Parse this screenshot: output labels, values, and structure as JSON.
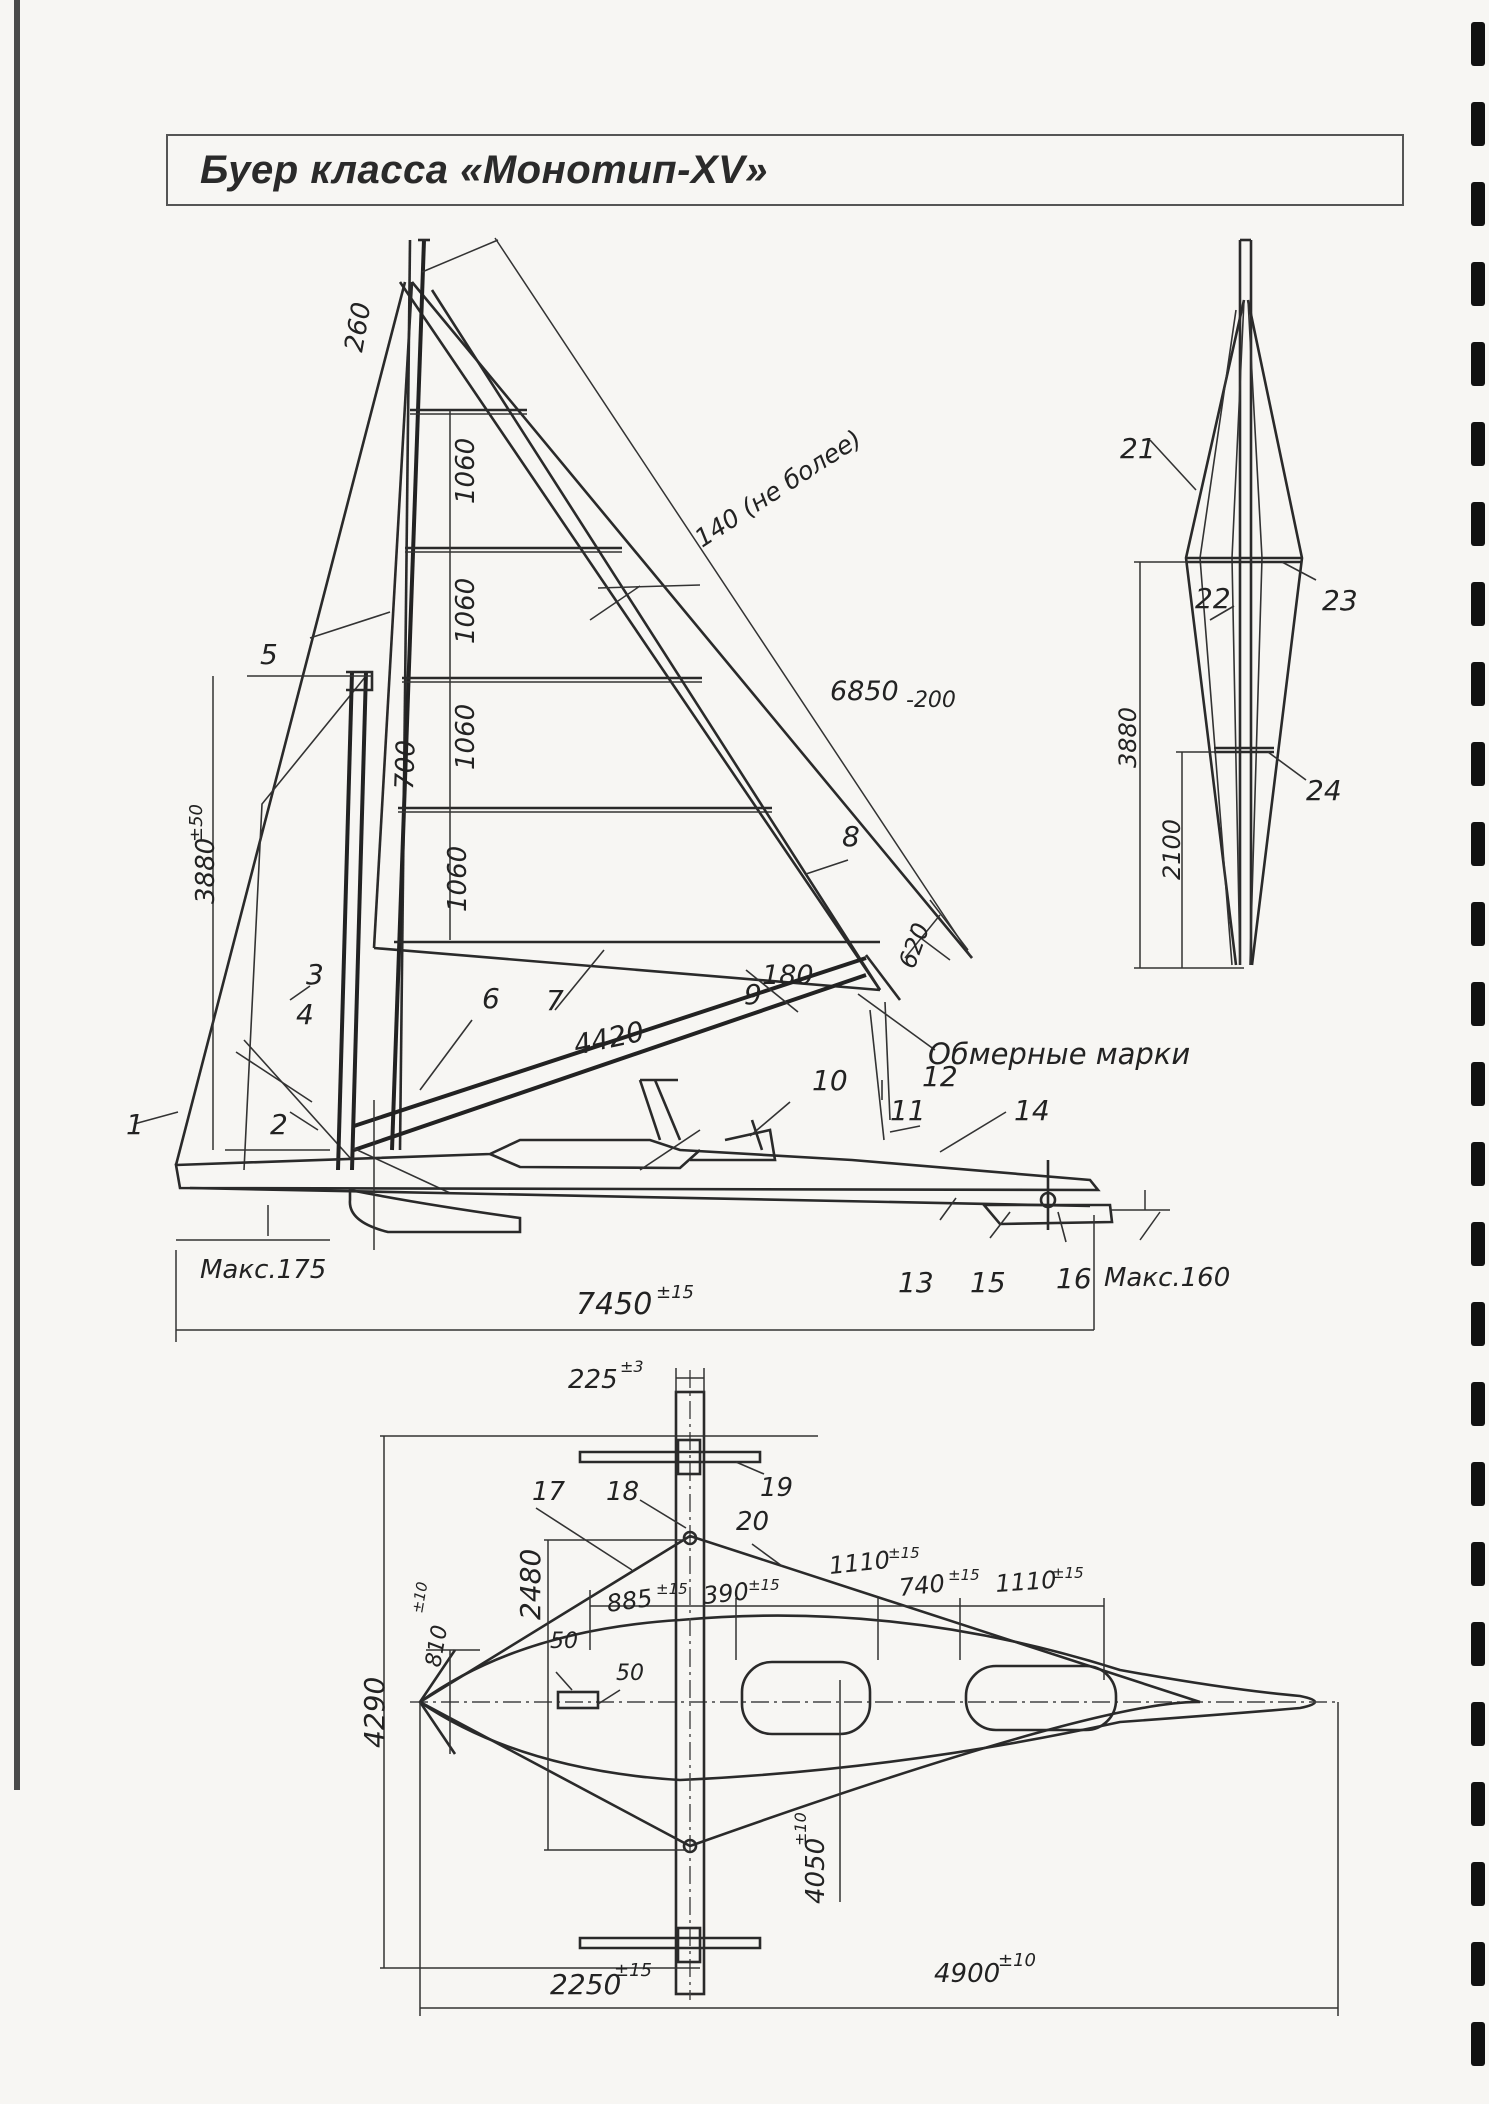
{
  "title": "Буер класса «Монотип-XV»",
  "side_view": {
    "dims": {
      "d260": "260",
      "batten1": "1060",
      "batten2": "1060",
      "batten3": "1060",
      "batten4": "1060",
      "width140": "140 (не более)",
      "luff": "6850",
      "luff_tol": "-200",
      "mast_700": "700",
      "height": "3880",
      "height_tol": "±50",
      "boom": "4420",
      "d180": "180",
      "d620": "620",
      "marks": "Обмерные марки",
      "max175": "Макс.175",
      "max160": "Макс.160",
      "length": "7450",
      "length_tol": "±15"
    },
    "parts": {
      "p1": "1",
      "p2": "2",
      "p3": "3",
      "p4": "4",
      "p5": "5",
      "p6": "6",
      "p7": "7",
      "p8": "8",
      "p9": "9",
      "p10": "10",
      "p11": "11",
      "p12": "12",
      "p13": "13",
      "p14": "14",
      "p15": "15",
      "p16": "16"
    }
  },
  "sail_view": {
    "parts": {
      "p21": "21",
      "p22": "22",
      "p23": "23",
      "p24": "24"
    },
    "dims": {
      "h3880": "3880",
      "h2100": "2100"
    }
  },
  "top_view": {
    "dims": {
      "w225": "225",
      "w225_tol": "±3",
      "w4290": "4290",
      "w2480": "2480",
      "w810": "810",
      "w810_tol": "±10",
      "d885": "885",
      "d885_tol": "±15",
      "d390": "390",
      "d390_tol": "±15",
      "d1110a": "1110",
      "d1110a_tol": "±15",
      "d740": "740",
      "d740_tol": "±15",
      "d1110b": "1110",
      "d1110b_tol": "±15",
      "d50a": "50",
      "d50b": "50",
      "d4050": "4050",
      "d4050_tol": "±10",
      "d2250": "2250",
      "d2250_tol": "±15",
      "d4900": "4900",
      "d4900_tol": "±10"
    },
    "parts": {
      "p17": "17",
      "p18": "18",
      "p19": "19",
      "p20": "20"
    }
  }
}
